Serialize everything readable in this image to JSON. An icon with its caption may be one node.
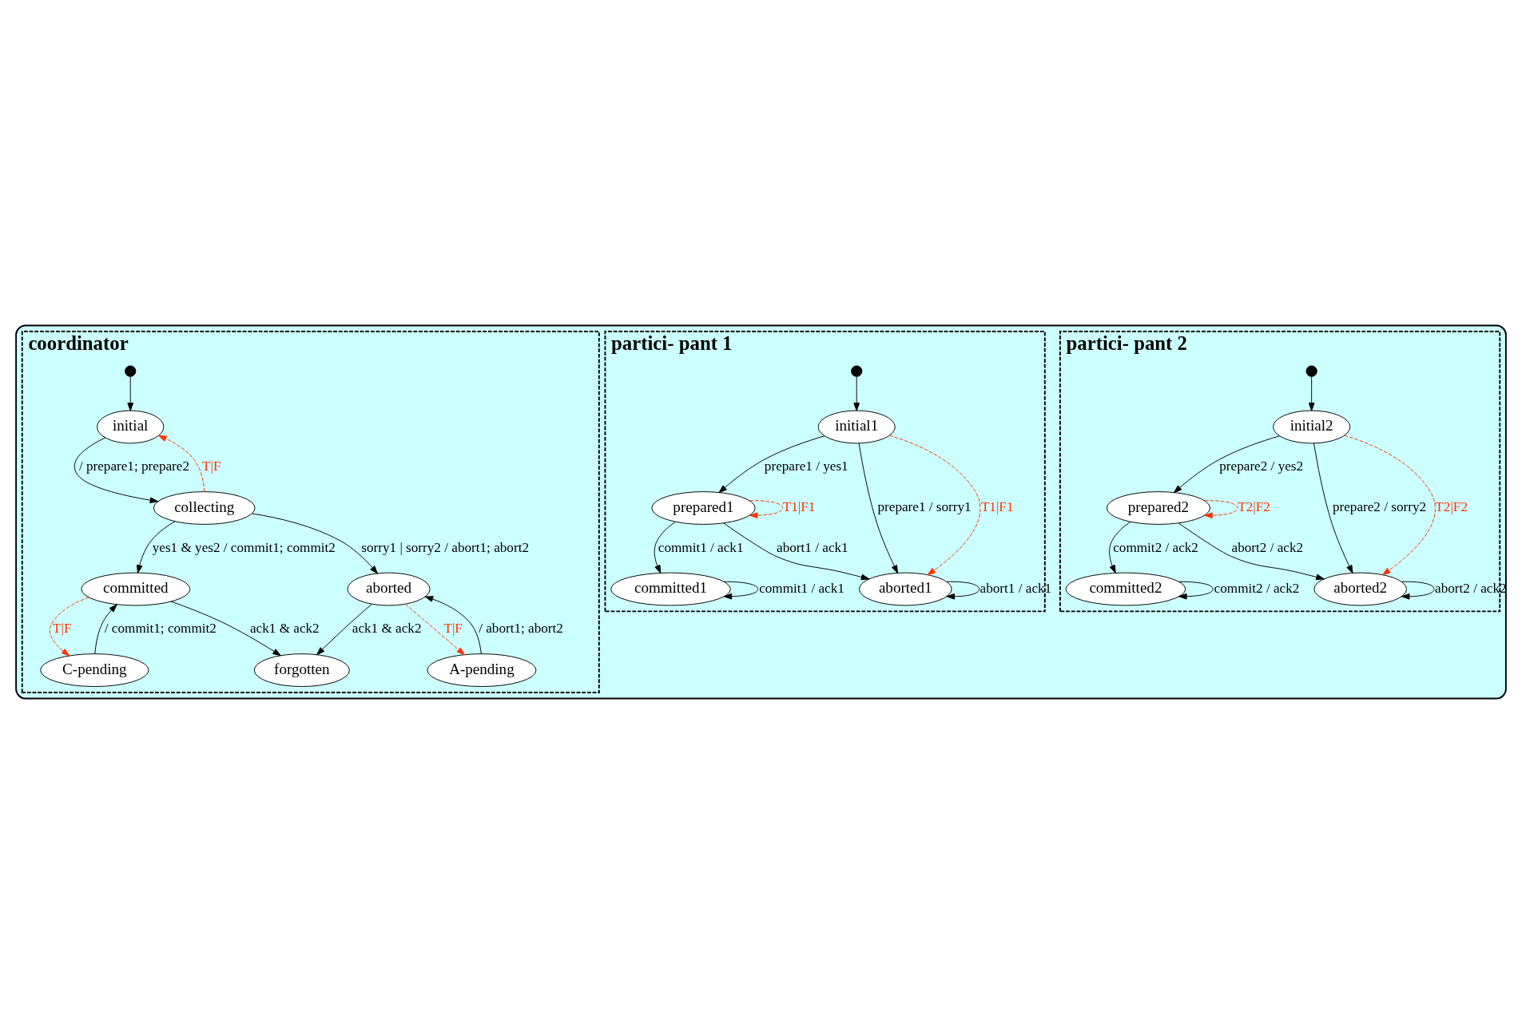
{
  "diagram": {
    "nodes": [
      {
        "text": [],
        "shape": "box"
      },
      {
        "text": [
          "coordinator"
        ],
        "in": 0
      },
      {
        "text": [
          "partici- pant 1"
        ],
        "in": 0
      },
      {
        "text": [
          "partici- pant 2"
        ],
        "in": 0
      },
      {
        "text": [],
        "shape": "circle",
        "in": 1
      },
      {
        "text": [
          "initial"
        ],
        "in": 1
      },
      {
        "text": [
          "collecting"
        ],
        "in": 1
      },
      {
        "text": [
          "committed"
        ],
        "in": 1
      },
      {
        "text": [
          "aborted"
        ],
        "in": 1
      },
      {
        "text": [
          "C-pending"
        ],
        "in": 1
      },
      {
        "text": [
          "A-pending"
        ],
        "in": 1
      },
      {
        "text": [
          "forgotten"
        ],
        "in": 1
      },
      {
        "text": [],
        "shape": "circle",
        "in": 2
      },
      {
        "text": [
          "initial1"
        ],
        "in": 2
      },
      {
        "text": [
          "prepared1"
        ],
        "in": 2
      },
      {
        "text": [
          "committed1"
        ],
        "in": 2
      },
      {
        "text": [
          "aborted1"
        ],
        "in": 2
      },
      {
        "text": [],
        "shape": "circle",
        "in": 3
      },
      {
        "text": [
          "initial2"
        ],
        "in": 3
      },
      {
        "text": [
          "prepared2"
        ],
        "in": 3
      },
      {
        "text": [
          "committed2"
        ],
        "in": 3
      },
      {
        "text": [
          "aborted2"
        ],
        "in": 3
      }
    ],
    "edges": [
      {
        "from": 4,
        "to": 5,
        "arrow": "to"
      },
      {
        "from": 5,
        "to": 6,
        "arrow": "to",
        "label": "/ prepare1; prepare2"
      },
      {
        "from": 6,
        "to": 5,
        "arrow": "to",
        "label": "T|F",
        "style": "dashed",
        "color": "#ff3300"
      },
      {
        "from": 6,
        "to": 7,
        "arrow": "to",
        "label": "yes1 & yes2 / commit1; commit2"
      },
      {
        "from": 6,
        "to": 8,
        "arrow": "to",
        "label": "sorry1 | sorry2 / abort1; abort2"
      },
      {
        "from": 7,
        "to": 9,
        "arrow": "to",
        "label": "T|F",
        "style": "dashed",
        "color": "#ff3300"
      },
      {
        "from": 9,
        "to": 7,
        "arrow": "to",
        "label": "/ commit1; commit2"
      },
      {
        "from": 7,
        "to": 11,
        "arrow": "to",
        "label": "ack1 & ack2"
      },
      {
        "from": 8,
        "to": 11,
        "arrow": "to",
        "label": "ack1 & ack2"
      },
      {
        "from": 8,
        "to": 10,
        "arrow": "to",
        "label": "T|F",
        "style": "dashed",
        "color": "#ff3300"
      },
      {
        "from": 10,
        "to": 8,
        "arrow": "to",
        "label": "/ abort1; abort2"
      },
      {
        "from": 12,
        "to": 13,
        "arrow": "to"
      },
      {
        "from": 13,
        "to": 14,
        "arrow": "to",
        "label": "prepare1 / yes1"
      },
      {
        "from": 13,
        "to": 16,
        "arrow": "to",
        "label": "prepare1 / sorry1"
      },
      {
        "from": 13,
        "to": 16,
        "arrow": "to",
        "label": "T1|F1",
        "style": "dashed",
        "color": "#ff3300"
      },
      {
        "from": 14,
        "to": 14,
        "arrow": "to",
        "label": "T1|F1",
        "style": "dashed",
        "color": "#ff3300"
      },
      {
        "from": 14,
        "to": 15,
        "arrow": "to",
        "label": "commit1 / ack1"
      },
      {
        "from": 14,
        "to": 16,
        "arrow": "to",
        "label": "abort1 / ack1"
      },
      {
        "from": 15,
        "to": 15,
        "arrow": "to",
        "label": "commit1 / ack1"
      },
      {
        "from": 16,
        "to": 16,
        "arrow": "to",
        "label": "abort1 / ack1"
      },
      {
        "from": 17,
        "to": 18,
        "arrow": "to"
      },
      {
        "from": 18,
        "to": 19,
        "arrow": "to",
        "label": "prepare2 / yes2"
      },
      {
        "from": 18,
        "to": 21,
        "arrow": "to",
        "label": "prepare2 / sorry2"
      },
      {
        "from": 18,
        "to": 21,
        "arrow": "to",
        "label": "T2|F2",
        "style": "dashed",
        "color": "#ff3300"
      },
      {
        "from": 19,
        "to": 19,
        "arrow": "to",
        "label": "T2|F2",
        "style": "dashed",
        "color": "#ff3300"
      },
      {
        "from": 19,
        "to": 20,
        "arrow": "to",
        "label": "commit2 / ack2"
      },
      {
        "from": 19,
        "to": 21,
        "arrow": "to",
        "label": "abort2 / ack2"
      },
      {
        "from": 20,
        "to": 20,
        "arrow": "to",
        "label": "commit2 / ack2"
      },
      {
        "from": 21,
        "to": 21,
        "arrow": "to",
        "label": "abort2 / ack2"
      }
    ]
  }
}
